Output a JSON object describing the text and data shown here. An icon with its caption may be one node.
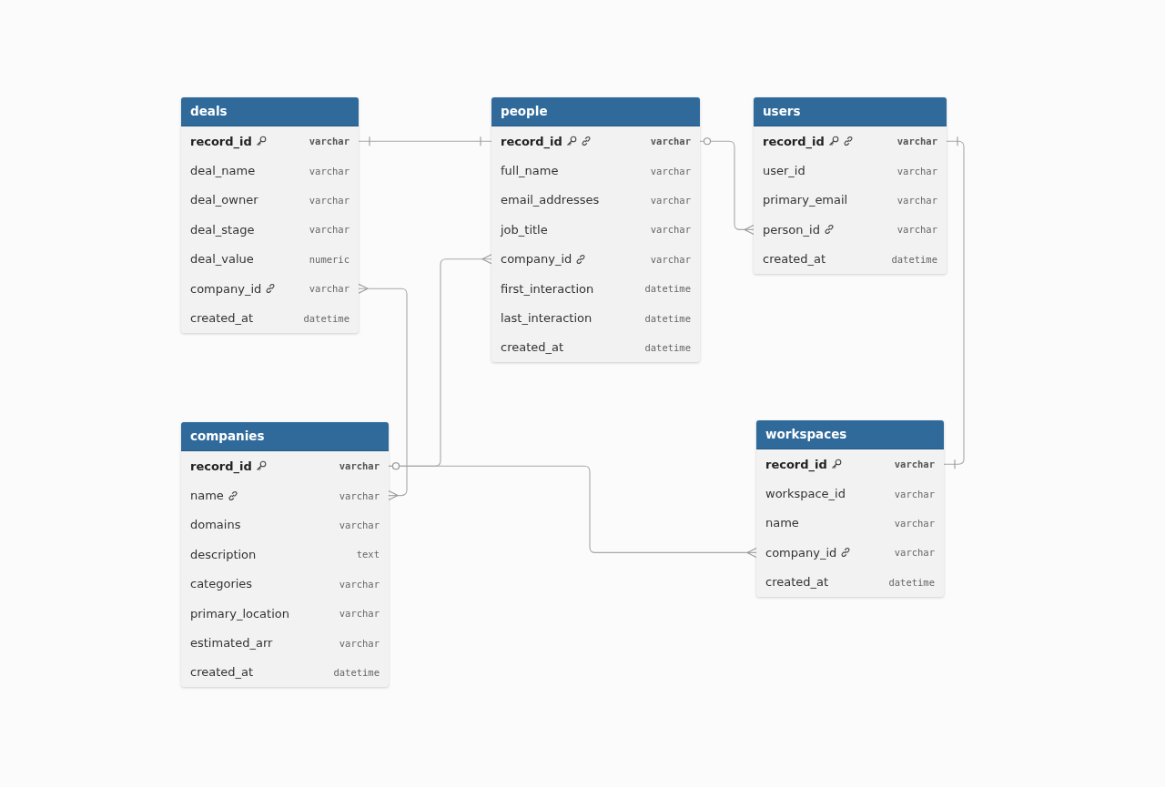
{
  "diagram": {
    "nodes": [
      {
        "text": [
          "deals"
        ]
      },
      {
        "text": [
          "record_id",
          "varchar"
        ],
        "in": 0
      },
      {
        "text": [
          "deal_name",
          "varchar"
        ],
        "in": 0
      },
      {
        "text": [
          "deal_owner",
          "varchar"
        ],
        "in": 0
      },
      {
        "text": [
          "deal_stage",
          "varchar"
        ],
        "in": 0
      },
      {
        "text": [
          "deal_value",
          "numeric"
        ],
        "in": 0
      },
      {
        "text": [
          "company_id",
          "varchar"
        ],
        "in": 0
      },
      {
        "text": [
          "created_at",
          "datetime"
        ],
        "in": 0
      },
      {
        "text": [
          "people"
        ]
      },
      {
        "text": [
          "record_id",
          "varchar"
        ],
        "in": 8
      },
      {
        "text": [
          "full_name",
          "varchar"
        ],
        "in": 8
      },
      {
        "text": [
          "email_addresses",
          "varchar"
        ],
        "in": 8
      },
      {
        "text": [
          "job_title",
          "varchar"
        ],
        "in": 8
      },
      {
        "text": [
          "company_id",
          "varchar"
        ],
        "in": 8
      },
      {
        "text": [
          "first_interaction",
          "datetime"
        ],
        "in": 8
      },
      {
        "text": [
          "last_interaction",
          "datetime"
        ],
        "in": 8
      },
      {
        "text": [
          "created_at",
          "datetime"
        ],
        "in": 8
      },
      {
        "text": [
          "users"
        ]
      },
      {
        "text": [
          "record_id",
          "varchar"
        ],
        "in": 17
      },
      {
        "text": [
          "user_id",
          "varchar"
        ],
        "in": 17
      },
      {
        "text": [
          "primary_email",
          "varchar"
        ],
        "in": 17
      },
      {
        "text": [
          "person_id",
          "varchar"
        ],
        "in": 17
      },
      {
        "text": [
          "created_at",
          "datetime"
        ],
        "in": 17
      },
      {
        "text": [
          "companies"
        ]
      },
      {
        "text": [
          "record_id",
          "varchar"
        ],
        "in": 23
      },
      {
        "text": [
          "name",
          "varchar"
        ],
        "in": 23
      },
      {
        "text": [
          "domains",
          "varchar"
        ],
        "in": 23
      },
      {
        "text": [
          "description",
          "text"
        ],
        "in": 23
      },
      {
        "text": [
          "categories",
          "varchar"
        ],
        "in": 23
      },
      {
        "text": [
          "primary_location",
          "varchar"
        ],
        "in": 23
      },
      {
        "text": [
          "estimated_arr",
          "varchar"
        ],
        "in": 23
      },
      {
        "text": [
          "created_at",
          "datetime"
        ],
        "in": 23
      },
      {
        "text": [
          "workspaces"
        ]
      },
      {
        "text": [
          "record_id",
          "varchar"
        ],
        "in": 32
      },
      {
        "text": [
          "workspace_id",
          "varchar"
        ],
        "in": 32
      },
      {
        "text": [
          "name",
          "varchar"
        ],
        "in": 32
      },
      {
        "text": [
          "company_id",
          "varchar"
        ],
        "in": 32
      },
      {
        "text": [
          "created_at",
          "datetime"
        ],
        "in": 32
      }
    ],
    "edges": [
      {
        "from": 1,
        "to": 9,
        "arrow": "other"
      },
      {
        "from": 9,
        "to": 21,
        "arrow": "other"
      },
      {
        "from": 6,
        "to": 25,
        "arrow": "other"
      },
      {
        "from": 24,
        "to": 13,
        "arrow": "other"
      },
      {
        "from": 24,
        "to": 36,
        "arrow": "other"
      },
      {
        "from": 18,
        "to": 33,
        "arrow": "other"
      }
    ]
  }
}
